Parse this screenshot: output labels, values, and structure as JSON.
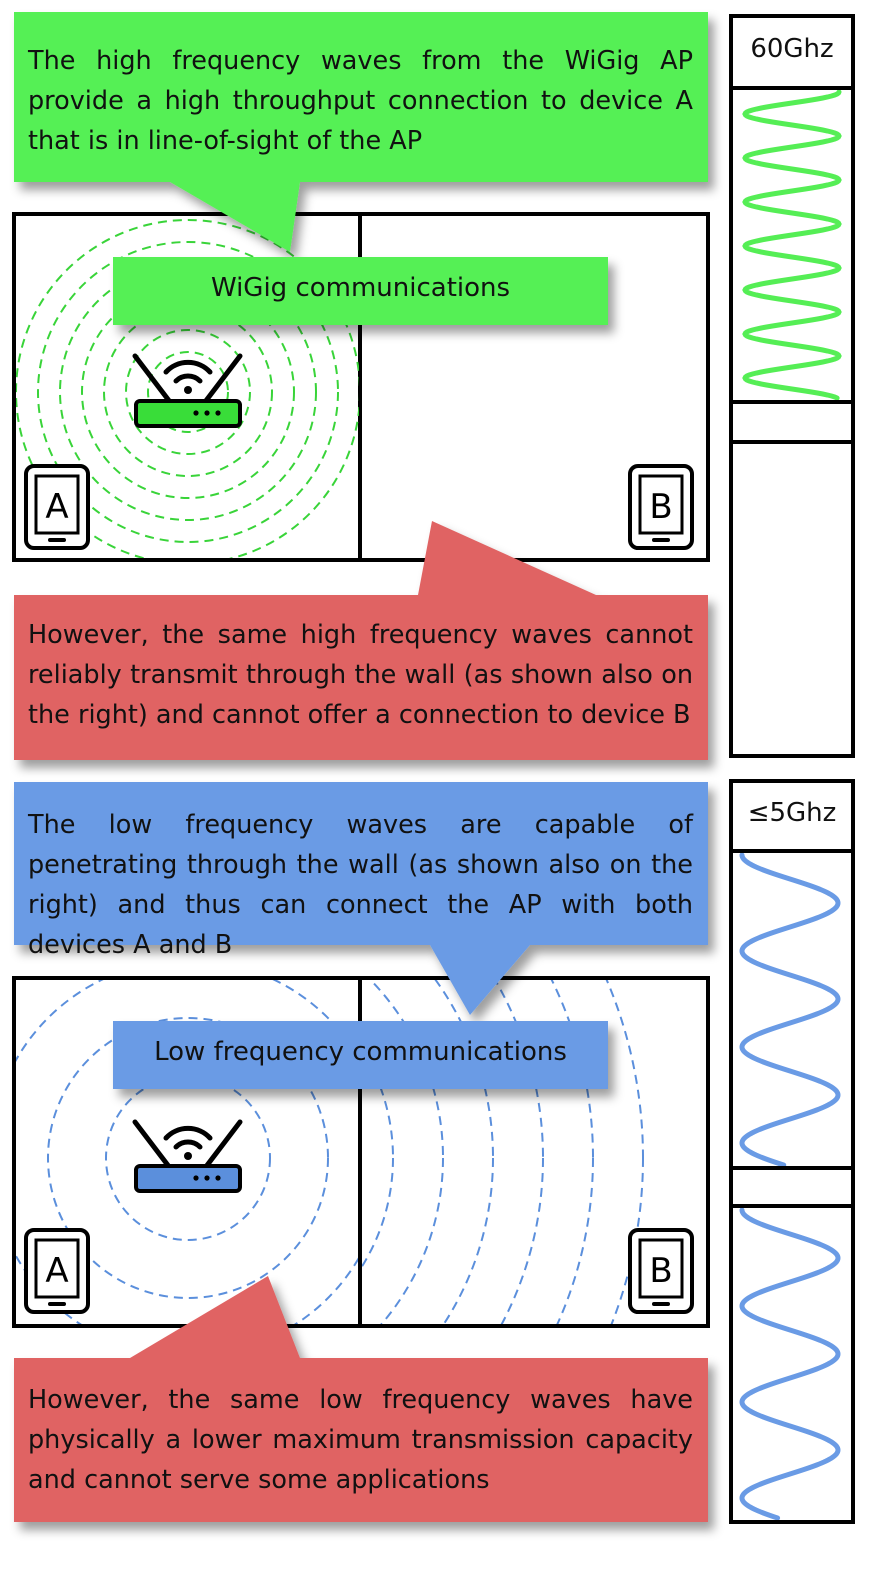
{
  "colors": {
    "wigig": "#55f055",
    "low": "#6a9be5",
    "warning": "#e06464",
    "outline": "#000000"
  },
  "wigig_section": {
    "callout_text": "The high frequency waves from the WiGig AP provide a high throughput connection to device A that is in line-of-sight of the AP",
    "banner": "WiGig communications",
    "device_a_label": "A",
    "device_b_label": "B",
    "router_icon": "wifi-router-icon",
    "warning_text": "However, the same high frequency waves cannot reliably transmit through the wall (as shown also on the right) and cannot offer a connection to device B",
    "frequency_label": "60Ghz"
  },
  "low_section": {
    "callout_text": "The low frequency waves are capable of penetrating through the wall (as shown also on the right) and thus can connect the AP with both devices A and B",
    "banner": "Low frequency communications",
    "device_a_label": "A",
    "device_b_label": "B",
    "router_icon": "wifi-router-icon",
    "warning_text": "However, the same low frequency waves have physically a lower maximum transmission capacity and cannot serve some applications",
    "frequency_label": "≤5Ghz"
  }
}
